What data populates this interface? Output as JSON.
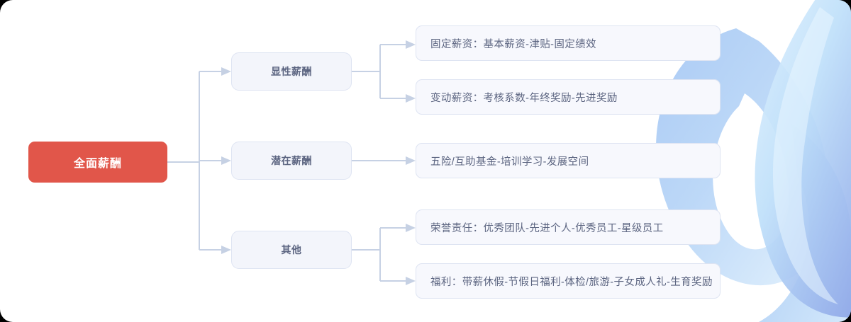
{
  "diagram": {
    "type": "mindmap",
    "title": "全面薪酬",
    "colors": {
      "root_fill": "#e1564a",
      "root_text": "#ffffff",
      "node_fill": "#f3f5fb",
      "leaf_fill": "#f7f8fd",
      "node_border": "#dee4f2",
      "node_text": "#5b6480",
      "connector": "#c6d1e4",
      "canvas": "#ffffff",
      "decor_blue_light": "#d8eefc",
      "decor_blue_mid": "#9cc2f2",
      "decor_blue_deep": "#8fa8e8"
    },
    "root": {
      "label": "全面薪酬"
    },
    "branches": [
      {
        "label": "显性薪酬",
        "leaves": [
          {
            "label": "固定薪资：基本薪资-津贴-固定绩效"
          },
          {
            "label": "变动薪资：考核系数-年终奖励-先进奖励"
          }
        ]
      },
      {
        "label": "潜在薪酬",
        "leaves": [
          {
            "label": "五险/互助基金-培训学习-发展空间"
          }
        ]
      },
      {
        "label": "其他",
        "leaves": [
          {
            "label": "荣誉责任：优秀团队-先进个人-优秀员工-星级员工"
          },
          {
            "label": "福利：带薪休假-节假日福利-体检/旅游-子女成人礼-生育奖励"
          }
        ]
      }
    ]
  }
}
